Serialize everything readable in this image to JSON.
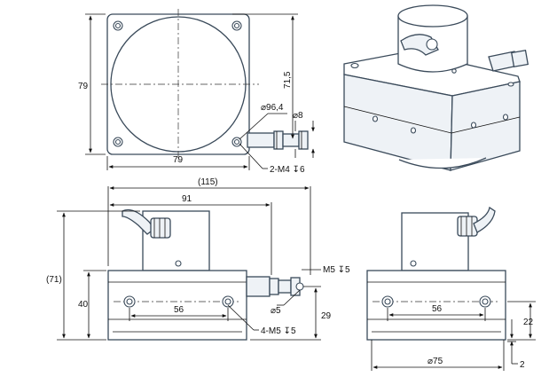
{
  "top_view": {
    "width_label": "79",
    "height_label": "79",
    "offset_label": "71,5",
    "diameter_label": "⌀96,4",
    "shaft_label": "⌀8",
    "thread_label": "2-M4 ↧6"
  },
  "front_view": {
    "overall_label": "(115)",
    "length_label": "91",
    "total_height_label": "(71)",
    "body_height_label": "40",
    "hole_spacing_label": "56",
    "thread_label": "M5 ↧5",
    "pin_diameter_label": "⌀5",
    "height_29_label": "29",
    "holes_label": "4-M5 ↧5"
  },
  "side_view": {
    "hole_spacing_label": "56",
    "base_diameter_label": "⌀75",
    "height_22_label": "22",
    "offset_2_label": "2"
  }
}
